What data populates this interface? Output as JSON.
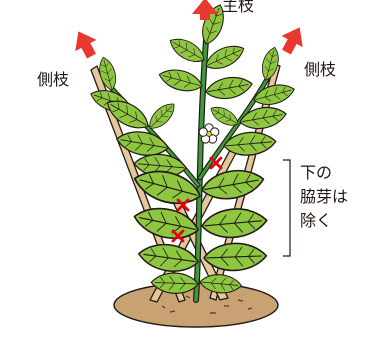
{
  "labels": {
    "main_branch": "主枝",
    "side_branch_left": "側枝",
    "side_branch_right": "側枝"
  },
  "note": {
    "lines": [
      "下の",
      "脇芽は",
      "除く"
    ]
  },
  "colors": {
    "arrow": "#e8382f",
    "cut_mark": "#e60012",
    "leaf": "#8dc63f",
    "stem": "#3f9b3a",
    "stake": "#e2c89a",
    "soil": "#c8a272",
    "outline": "#231815"
  },
  "icons": [
    "arrow-up-icon",
    "flower-icon",
    "cut-mark-icon"
  ]
}
